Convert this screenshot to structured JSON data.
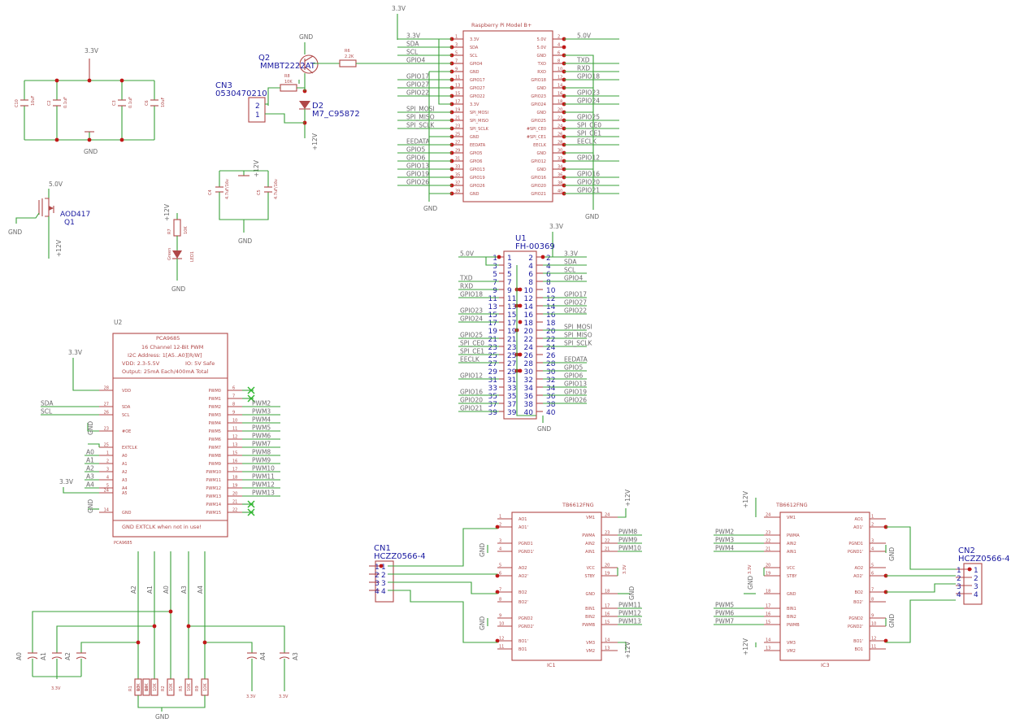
{
  "colors": {
    "wire": "#3aa03a",
    "symbol": "#b04848",
    "junction": "#c01818",
    "designator": "#1a1aa0",
    "net_label": "#6a6a6a",
    "no_connect": "#2fb82f"
  },
  "nets": {
    "v33": "3.3V",
    "v5": "5.0V",
    "v12": "+12V",
    "gnd": "GND",
    "sda": "SDA",
    "scl": "SCL",
    "gpio4": "GPIO4",
    "gpio17": "GPIO17",
    "gpio27": "GPIO27",
    "gpio22": "GPIO22",
    "spi_mosi": "SPI_MOSI",
    "spi_miso": "SPI_MISO",
    "spi_sclk": "SPI_SCLK",
    "eedata": "EEDATA",
    "gpio5": "GPIO5",
    "gpio6": "GPIO6",
    "gpio13": "GPIO13",
    "gpio19": "GPIO19",
    "gpio26": "GPIO26",
    "txd": "TXD",
    "rxd": "RXD",
    "gpio18": "GPIO18",
    "gpio23": "GPIO23",
    "gpio24": "GPIO24",
    "gpio25": "GPIO25",
    "spi_ce0": "SPI_CE0",
    "spi_ce1": "SPI_CE1",
    "eeclk": "EECLK",
    "gpio12": "GPIO12",
    "gpio16": "GPIO16",
    "gpio20": "GPIO20",
    "gpio21": "GPIO21",
    "a0": "A0",
    "a1": "A1",
    "a2": "A2",
    "a3": "A3",
    "a4": "A4",
    "pwm2": "PWM2",
    "pwm3": "PWM3",
    "pwm4": "PWM4",
    "pwm5": "PWM5",
    "pwm6": "PWM6",
    "pwm7": "PWM7",
    "pwm8": "PWM8",
    "pwm9": "PWM9",
    "pwm10": "PWM10",
    "pwm11": "PWM11",
    "pwm12": "PWM12",
    "pwm13": "PWM13"
  },
  "rpi": {
    "title": "Raspberry Pi Model B+",
    "left_pins": [
      "3.3V",
      "SDA",
      "SCL",
      "GPIO4",
      "GND",
      "GPIO17",
      "GPIO27",
      "GPIO22",
      "3.3V",
      "SPI_MOSI",
      "SPI_MISO",
      "SPI_SCLK",
      "GND",
      "EEDATA",
      "GPIO5",
      "GPIO6",
      "GPIO13",
      "GPIO19",
      "GPIO26",
      "GND"
    ],
    "right_pins": [
      "5.0V",
      "5.0V",
      "GND",
      "TXD",
      "RXD",
      "GPIO18",
      "GND",
      "GPIO23",
      "GPIO24",
      "GND",
      "GPIO25",
      "#SPI_CE0",
      "#SPI_CE1",
      "EECLK",
      "GND",
      "GPIO12",
      "GND",
      "GPIO16",
      "GPIO20",
      "GPIO21"
    ],
    "left_nums": [
      "1",
      "3",
      "5",
      "7",
      "9",
      "11",
      "13",
      "15",
      "17",
      "19",
      "21",
      "23",
      "25",
      "27",
      "29",
      "31",
      "33",
      "35",
      "37",
      "39"
    ],
    "right_nums": [
      "2",
      "4",
      "6",
      "8",
      "10",
      "12",
      "14",
      "16",
      "18",
      "20",
      "22",
      "24",
      "26",
      "28",
      "30",
      "32",
      "34",
      "36",
      "38",
      "40"
    ]
  },
  "u1": {
    "name": "U1",
    "value": "FH-00369",
    "left_nums": [
      "1",
      "3",
      "5",
      "7",
      "9",
      "11",
      "13",
      "15",
      "17",
      "19",
      "21",
      "23",
      "25",
      "27",
      "29",
      "31",
      "33",
      "35",
      "37",
      "39"
    ],
    "right_nums": [
      "2",
      "4",
      "6",
      "8",
      "10",
      "12",
      "14",
      "16",
      "18",
      "20",
      "22",
      "24",
      "26",
      "28",
      "30",
      "32",
      "34",
      "36",
      "38",
      "40"
    ],
    "left_labels": [
      "5.0V",
      "",
      "",
      "TXD",
      "RXD",
      "GPIO18",
      "",
      "GPIO23",
      "GPIO24",
      "",
      "GPIO25",
      "SPI_CE0",
      "SPI_CE1",
      "EECLK",
      "",
      "GPIO12",
      "",
      "GPIO16",
      "GPIO20",
      "GPIO21"
    ],
    "right_labels": [
      "3.3V",
      "SDA",
      "SCL",
      "GPIO4",
      "",
      "GPIO17",
      "GPIO27",
      "GPIO22",
      "",
      "SPI_MOSI",
      "SPI_MISO",
      "SPI_SCLK",
      "",
      "EEDATA",
      "GPIO5",
      "GPIO6",
      "GPIO13",
      "GPIO19",
      "GPIO26",
      ""
    ]
  },
  "pca": {
    "ref": "U2",
    "title": "PCA9685",
    "desc1": "16 Channel 12-Bit PWM",
    "desc2": "I2C Address: 1[A5..A0][R/W]",
    "desc3": "VDD: 2.3-5.5V",
    "desc3b": "IO: 5V Safe",
    "desc4": "Output: 25mA Each/400mA Total",
    "note": "GND EXTCLK when not in use!",
    "value": "PCA9685",
    "left_pins": [
      {
        "name": "VDD",
        "num": "28"
      },
      {
        "name": "SDA",
        "num": "27"
      },
      {
        "name": "SCL",
        "num": "26"
      },
      {
        "name": "#OE",
        "num": "23"
      },
      {
        "name": "EXTCLK",
        "num": "25"
      },
      {
        "name": "A0",
        "num": "1"
      },
      {
        "name": "A1",
        "num": "2"
      },
      {
        "name": "A2",
        "num": "3"
      },
      {
        "name": "A3",
        "num": "4"
      },
      {
        "name": "A4",
        "num": "5"
      },
      {
        "name": "A5",
        "num": "24"
      },
      {
        "name": "GND",
        "num": "14"
      }
    ],
    "right_pins": [
      {
        "name": "PWM0",
        "num": "6"
      },
      {
        "name": "PWM1",
        "num": "7"
      },
      {
        "name": "PWM2",
        "num": "8"
      },
      {
        "name": "PWM3",
        "num": "9"
      },
      {
        "name": "PWM4",
        "num": "10"
      },
      {
        "name": "PWM5",
        "num": "11"
      },
      {
        "name": "PWM6",
        "num": "12"
      },
      {
        "name": "PWM7",
        "num": "13"
      },
      {
        "name": "PWM8",
        "num": "15"
      },
      {
        "name": "PWM9",
        "num": "16"
      },
      {
        "name": "PWM10",
        "num": "17"
      },
      {
        "name": "PWM11",
        "num": "18"
      },
      {
        "name": "PWM12",
        "num": "19"
      },
      {
        "name": "PWM13",
        "num": "20"
      },
      {
        "name": "PWM14",
        "num": "21"
      },
      {
        "name": "PWM15",
        "num": "22"
      }
    ],
    "right_nets": [
      "",
      "",
      "PWM2",
      "PWM3",
      "PWM4",
      "PWM5",
      "PWM6",
      "PWM7",
      "PWM8",
      "PWM9",
      "PWM10",
      "PWM11",
      "PWM12",
      "PWM13",
      "",
      ""
    ]
  },
  "tb": {
    "title": "TB6612FNG",
    "ic1": "IC1",
    "ic3": "IC3",
    "out_pins": [
      {
        "name": "AO1",
        "num": "1"
      },
      {
        "name": "AO1'",
        "num": "2"
      },
      {
        "name": "PGND1",
        "num": "3"
      },
      {
        "name": "PGND1'",
        "num": "4"
      },
      {
        "name": "AO2",
        "num": "5"
      },
      {
        "name": "AO2'",
        "num": "6"
      },
      {
        "name": "BO2",
        "num": "7"
      },
      {
        "name": "BO2'",
        "num": "8"
      },
      {
        "name": "PGND2",
        "num": "9"
      },
      {
        "name": "PGND2'",
        "num": "10"
      },
      {
        "name": "BO1'",
        "num": "12"
      },
      {
        "name": "BO1",
        "num": "11"
      }
    ],
    "in_pins": [
      {
        "name": "VM1",
        "num": "24"
      },
      {
        "name": "PWMA",
        "num": "23"
      },
      {
        "name": "AIN2",
        "num": "22"
      },
      {
        "name": "AIN1",
        "num": "21"
      },
      {
        "name": "VCC",
        "num": "20"
      },
      {
        "name": "STBY",
        "num": "19"
      },
      {
        "name": "GND",
        "num": "18"
      },
      {
        "name": "BIN1",
        "num": "17"
      },
      {
        "name": "BIN2",
        "num": "16"
      },
      {
        "name": "PWMB",
        "num": "15"
      },
      {
        "name": "VM3",
        "num": "14"
      },
      {
        "name": "VM2",
        "num": "13"
      }
    ]
  },
  "cn1": {
    "name": "CN1",
    "value": "HCZZ0566-4",
    "pins": [
      "1",
      "2",
      "3",
      "4"
    ]
  },
  "cn2": {
    "name": "CN2",
    "value": "HCZZ0566-4",
    "pins": [
      "1",
      "2",
      "3",
      "4"
    ]
  },
  "cn3": {
    "name": "CN3",
    "value": "0530470210",
    "pins": [
      "2",
      "1"
    ]
  },
  "q1": {
    "name": "Q1",
    "value": "AOD417"
  },
  "q2": {
    "name": "Q2",
    "value": "MMBT2222AT"
  },
  "d2": {
    "name": "D2",
    "value": "M7_C95872"
  },
  "r6": {
    "name": "R6",
    "value": "2.2K"
  },
  "r8": {
    "name": "R8",
    "value": "10K"
  },
  "r7": {
    "name": "R7",
    "value": "10K"
  },
  "led": {
    "name": "LED1",
    "value": "Green"
  },
  "c_decoup": [
    {
      "name": "C10",
      "value": "10uF"
    },
    {
      "name": "C2",
      "value": "0.1uF"
    },
    {
      "name": "C3",
      "value": "0.1uF"
    },
    {
      "name": "C6",
      "value": "10uF"
    }
  ],
  "c_bulk": [
    {
      "name": "C4",
      "value": "4.7uF/16v"
    },
    {
      "name": "C5",
      "value": "4.7uF/16v"
    }
  ],
  "addr_caps": {
    "a0": "A0",
    "a1": "A1",
    "a2": "A2",
    "a4": "A4",
    "a3": "A3"
  },
  "addr_res": [
    {
      "name": "R1",
      "value": "10K"
    },
    {
      "name": "R3",
      "value": "10K"
    },
    {
      "name": "R4",
      "value": "10K"
    },
    {
      "name": "R2",
      "value": "10K"
    },
    {
      "name": "R5",
      "value": "10K"
    },
    {
      "name": "R9",
      "value": "10K"
    }
  ]
}
